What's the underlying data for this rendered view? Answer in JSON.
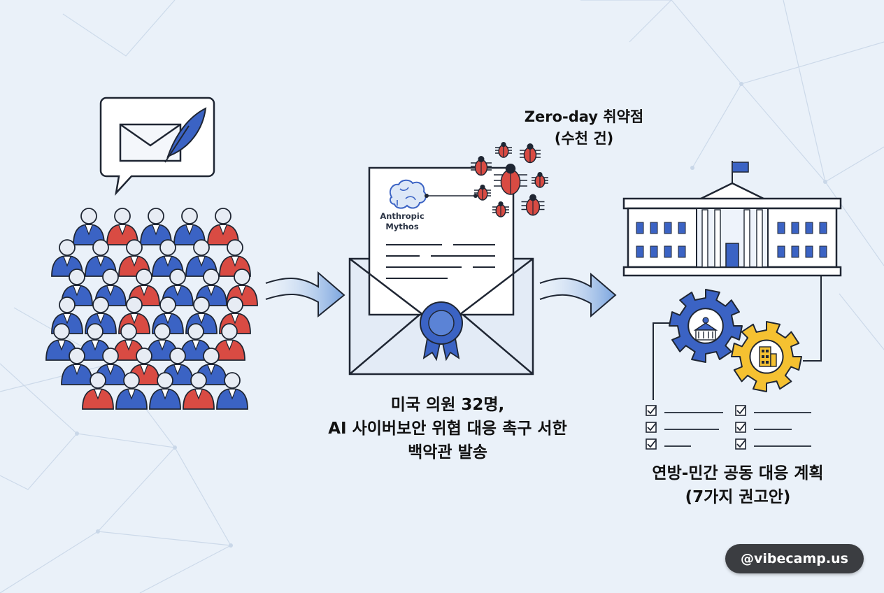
{
  "center_caption": {
    "line1": "미국 의원 32명,",
    "line2": "AI 사이버보안 위협 대응 촉구 서한",
    "line3": "백악관 발송"
  },
  "right_caption": {
    "line1": "연방-민간 공동 대응 계획",
    "line2": "(7가지 권고안)"
  },
  "zero_day": {
    "line1": "Zero-day 취약점",
    "line2": "(수천 건)"
  },
  "document": {
    "brand_line1": "Anthropic",
    "brand_line2": "Mythos"
  },
  "handle": "@vibecamp.us",
  "colors": {
    "background": "#eaf1f9",
    "blue": "#3b63c4",
    "red": "#d94b43",
    "gold": "#f5c131",
    "dark_text": "#111111",
    "line": "#1f2633"
  },
  "icons": [
    "envelope-quill-bubble-icon",
    "crowd-icon",
    "arrow-right-icon",
    "letter-envelope-icon",
    "brain-icon",
    "seal-ribbon-icon",
    "bug-icon",
    "white-house-icon",
    "gear-government-icon",
    "gear-building-icon",
    "checklist-icon"
  ]
}
